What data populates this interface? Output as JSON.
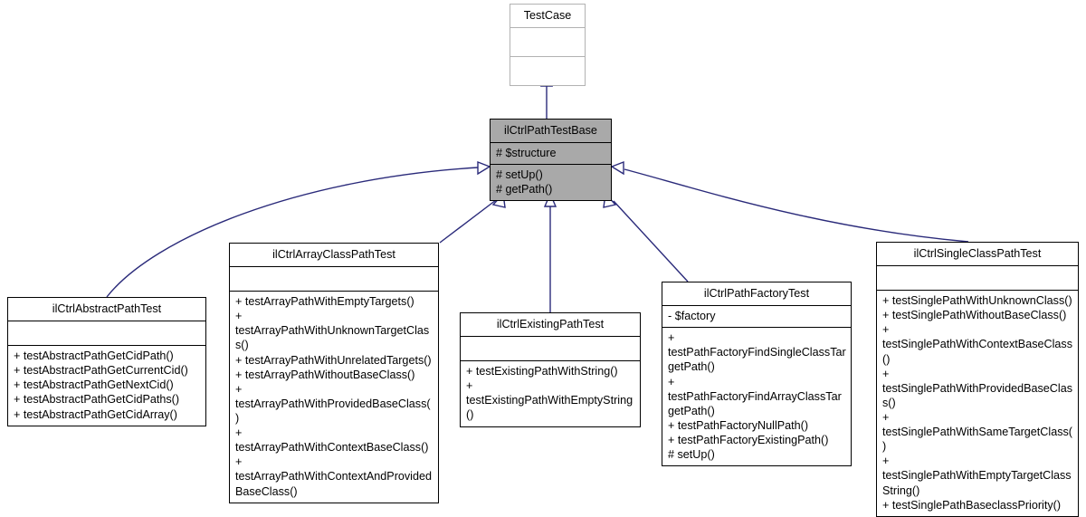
{
  "diagram": {
    "kind": "uml-class-inheritance-diagram",
    "edge_color": "#2a2a7a",
    "highlight_fill": "#a9a9a9",
    "classes": [
      {
        "id": "testcase",
        "name": "TestCase",
        "attributes": [],
        "operations": []
      },
      {
        "id": "path-test-base",
        "name": "ilCtrlPathTestBase",
        "attributes": [
          "# $structure"
        ],
        "operations": [
          "# setUp()",
          "# getPath()"
        ]
      },
      {
        "id": "abstract-path-test",
        "name": "ilCtrlAbstractPathTest",
        "attributes": [],
        "operations": [
          "+ testAbstractPathGetCidPath()",
          "+ testAbstractPathGetCurrentCid()",
          "+ testAbstractPathGetNextCid()",
          "+ testAbstractPathGetCidPaths()",
          "+ testAbstractPathGetCidArray()"
        ]
      },
      {
        "id": "array-class-path-test",
        "name": "ilCtrlArrayClassPathTest",
        "attributes": [],
        "operations": [
          "+ testArrayPathWithEmptyTargets()",
          "+ testArrayPathWithUnknownTargetClass()",
          "+ testArrayPathWithUnrelatedTargets()",
          "+ testArrayPathWithoutBaseClass()",
          "+ testArrayPathWithProvidedBaseClass()",
          "+ testArrayPathWithContextBaseClass()",
          "+ testArrayPathWithContextAndProvidedBaseClass()"
        ]
      },
      {
        "id": "existing-path-test",
        "name": "ilCtrlExistingPathTest",
        "attributes": [],
        "operations": [
          "+ testExistingPathWithString()",
          "+ testExistingPathWithEmptyString()"
        ]
      },
      {
        "id": "path-factory-test",
        "name": "ilCtrlPathFactoryTest",
        "attributes": [
          "- $factory"
        ],
        "operations": [
          "+ testPathFactoryFindSingleClassTargetPath()",
          "+ testPathFactoryFindArrayClassTargetPath()",
          "+ testPathFactoryNullPath()",
          "+ testPathFactoryExistingPath()",
          "# setUp()"
        ]
      },
      {
        "id": "single-class-path-test",
        "name": "ilCtrlSingleClassPathTest",
        "attributes": [],
        "operations": [
          "+ testSinglePathWithUnknownClass()",
          "+ testSinglePathWithoutBaseClass()",
          "+ testSinglePathWithContextBaseClass()",
          "+ testSinglePathWithProvidedBaseClass()",
          "+ testSinglePathWithSameTargetClass()",
          "+ testSinglePathWithEmptyTargetClassString()",
          "+ testSinglePathBaseclassPriority()"
        ]
      }
    ],
    "inheritance_edges": [
      {
        "from": "path-test-base",
        "to": "testcase"
      },
      {
        "from": "abstract-path-test",
        "to": "path-test-base"
      },
      {
        "from": "array-class-path-test",
        "to": "path-test-base"
      },
      {
        "from": "existing-path-test",
        "to": "path-test-base"
      },
      {
        "from": "path-factory-test",
        "to": "path-test-base"
      },
      {
        "from": "single-class-path-test",
        "to": "path-test-base"
      }
    ]
  }
}
